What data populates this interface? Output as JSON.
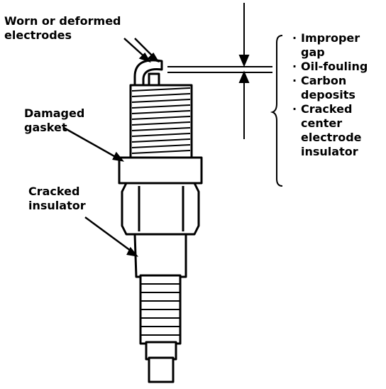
{
  "labels": {
    "electrodes": [
      "Worn or deformed",
      "electrodes"
    ],
    "gasket": [
      "Damaged",
      "gasket"
    ],
    "insulator": [
      "Cracked",
      "insulator"
    ]
  },
  "causes": [
    {
      "lines": [
        "Improper",
        "gap"
      ]
    },
    {
      "lines": [
        "Oil-fouling"
      ]
    },
    {
      "lines": [
        "Carbon",
        "deposits"
      ]
    },
    {
      "lines": [
        "Cracked",
        "center",
        "electrode",
        "insulator"
      ]
    }
  ],
  "bullet": "·"
}
